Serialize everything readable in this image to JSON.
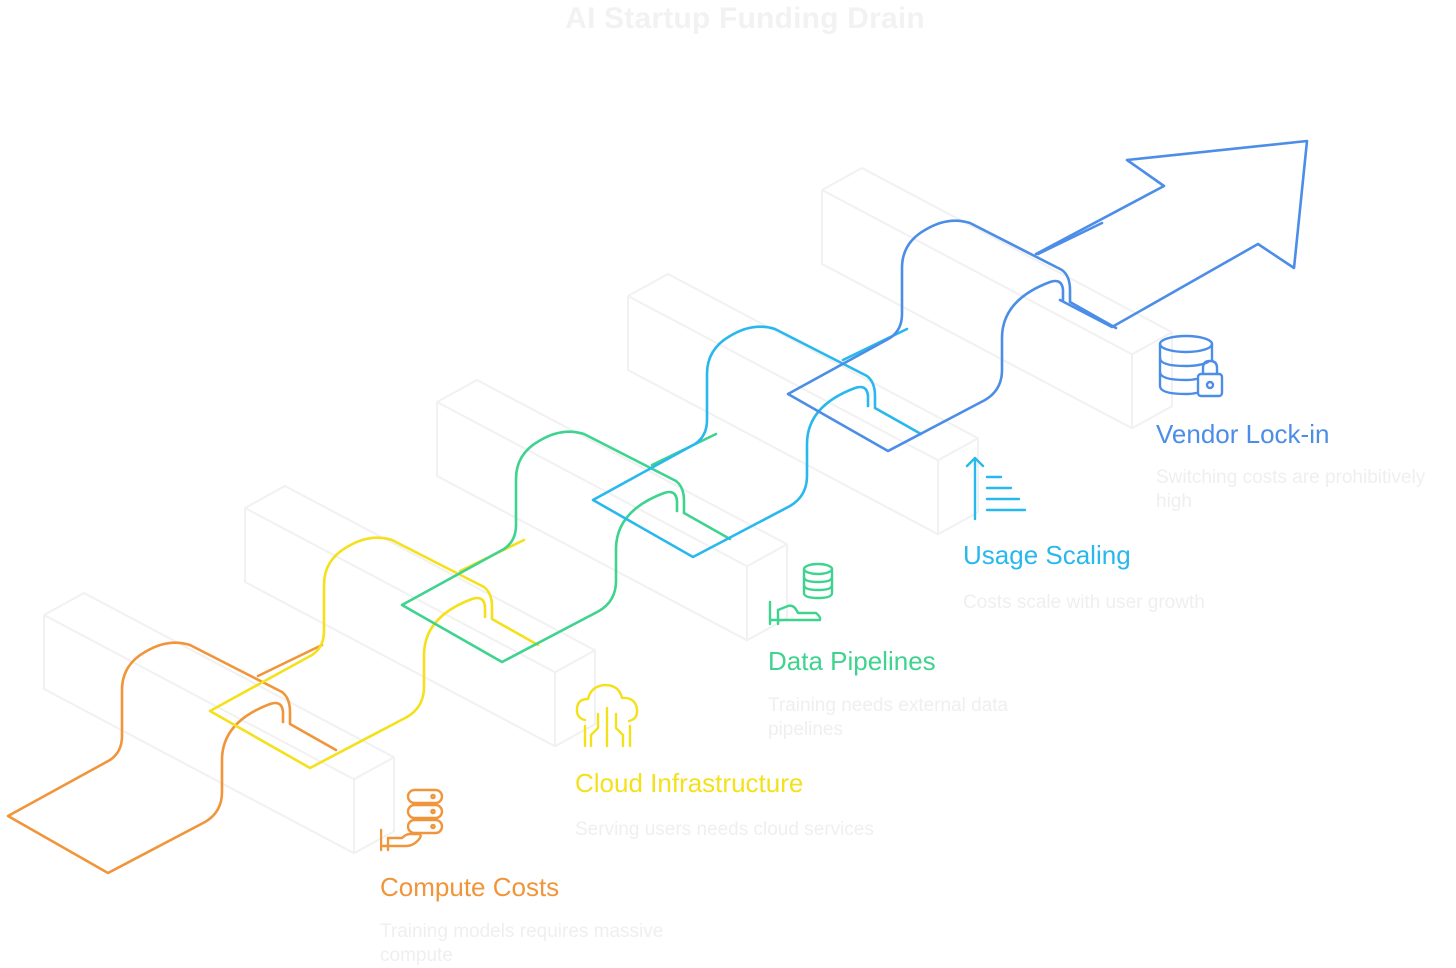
{
  "title": "AI Startup Funding Drain",
  "steps": [
    {
      "id": "compute-costs",
      "label": "Compute Costs",
      "description": "Training models requires massive compute",
      "color": "#F0953A",
      "icon": "server-stack-hand-icon"
    },
    {
      "id": "cloud-infrastructure",
      "label": "Cloud Infrastructure",
      "description": "Serving users needs cloud services",
      "color": "#F4E11C",
      "icon": "cloud-circuit-icon"
    },
    {
      "id": "data-pipelines",
      "label": "Data Pipelines",
      "description": "Training needs external data pipelines",
      "color": "#3ED38E",
      "icon": "database-hand-icon"
    },
    {
      "id": "usage-scaling",
      "label": "Usage Scaling",
      "description": "Costs scale with user growth",
      "color": "#29B8EE",
      "icon": "sort-ascending-icon"
    },
    {
      "id": "vendor-lock-in",
      "label": "Vendor Lock-in",
      "description": "Switching costs are prohibitively high",
      "color": "#4C8DE8",
      "icon": "database-lock-icon"
    }
  ]
}
